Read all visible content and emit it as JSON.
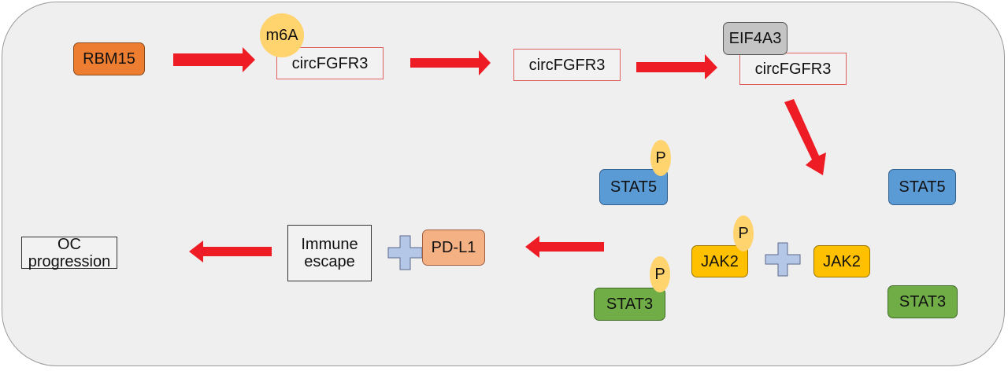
{
  "diagram": {
    "nodes": {
      "rbm15": "RBM15",
      "m6a": "m6A",
      "circ1": "circFGFR3",
      "circ2": "circFGFR3",
      "eif4a3": "EIF4A3",
      "circ3": "circFGFR3",
      "stat5_p": "STAT5",
      "stat5": "STAT5",
      "jak2_p": "JAK2",
      "jak2": "JAK2",
      "stat3_p": "STAT3",
      "stat3": "STAT3",
      "pdl1": "PD-L1",
      "immune_line1": "Immune",
      "immune_line2": "escape",
      "oc": "OC progression",
      "p_label": "P"
    },
    "colors": {
      "arrow": "#ee1c24",
      "plus": "#b4c7e7",
      "rbm15": "#ed7d31",
      "stat5": "#5b9bd5",
      "jak2": "#ffc000",
      "stat3": "#70ad47",
      "pdl1": "#f4b183",
      "eif4a3": "#c4c4c4",
      "phospho": "#ffd36e"
    },
    "edges": [
      {
        "from": "RBM15",
        "to": "m6A-circFGFR3"
      },
      {
        "from": "m6A-circFGFR3",
        "to": "circFGFR3"
      },
      {
        "from": "circFGFR3",
        "to": "EIF4A3-circFGFR3"
      },
      {
        "from": "EIF4A3-circFGFR3",
        "to": "JAK2/STAT"
      },
      {
        "from": "JAK2/STAT",
        "to": "PD-L1"
      },
      {
        "from": "Immune escape + PD-L1",
        "to": "OC progression"
      }
    ]
  }
}
